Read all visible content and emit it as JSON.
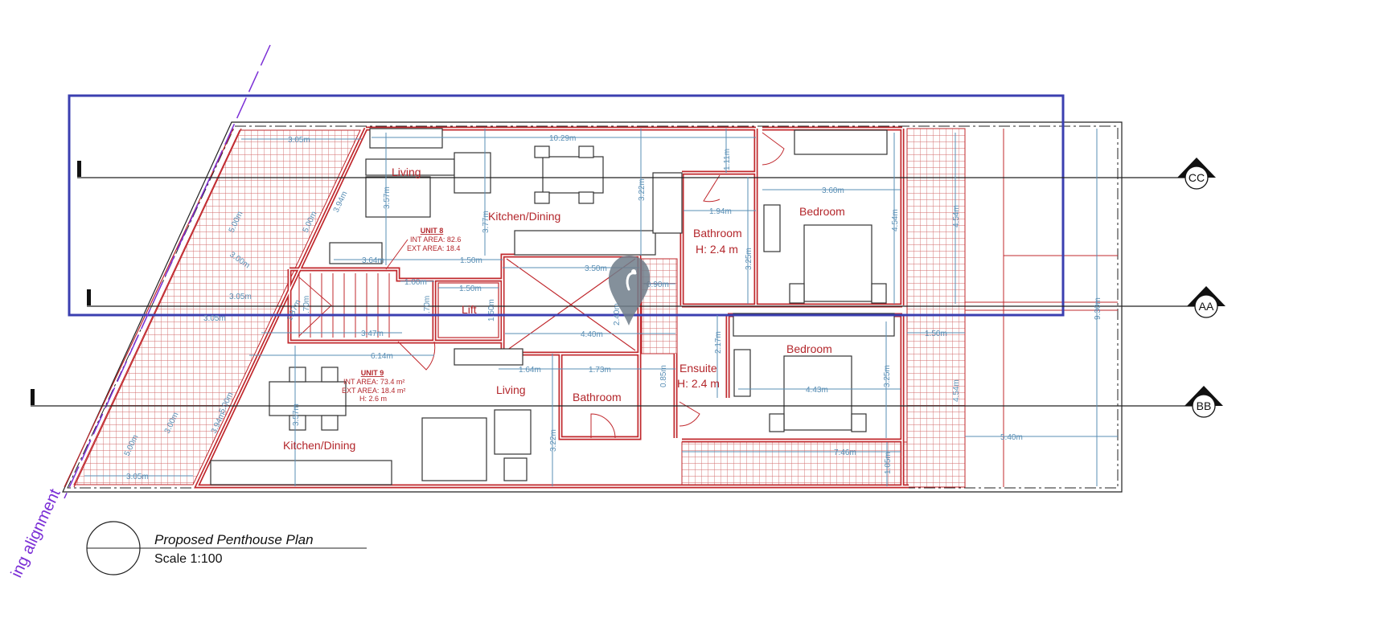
{
  "drawing": {
    "title": "Proposed Penthouse Plan",
    "scale": "Scale 1:100",
    "alignment_label": "ing alignment"
  },
  "colors": {
    "walls": "#c0282d",
    "dimensions": "#5a8fb5",
    "selection_box": "#3b3fb0",
    "alignment_line": "#7b2fd6",
    "hatch": "#d06a6a",
    "pin": "#7d8a96"
  },
  "sections": [
    {
      "label": "CC"
    },
    {
      "label": "AA"
    },
    {
      "label": "BB"
    }
  ],
  "rooms": {
    "living_8": "Living",
    "kitchen_8": "Kitchen/Dining",
    "lift": "Lift",
    "bathroom_8": "Bathroom",
    "bathroom_8_h": "H: 2.4 m",
    "bedroom_8": "Bedroom",
    "bedroom_9": "Bedroom",
    "ensuite": "Ensuite",
    "ensuite_h": "H: 2.4 m",
    "bathroom_9": "Bathroom",
    "living_9": "Living",
    "kitchen_9": "Kitchen/Dining"
  },
  "units": [
    {
      "name": "UNIT 8",
      "int_area": "INT AREA: 82.6",
      "ext_area": "EXT AREA: 18.4"
    },
    {
      "name": "UNIT 9",
      "int_area": "INT AREA: 73.4 m²",
      "ext_area": "EXT AREA: 18.4 m²",
      "height": "H: 2.6 m"
    }
  ],
  "dimensions": [
    "3.05m",
    "10.29m",
    "3.94m",
    "5.00m",
    "5.00m",
    "3.00m",
    "3.57m",
    "3.77m",
    "3.22m",
    "1.11m",
    "1.94m",
    "3.60m",
    "3.25m",
    "4.54m",
    "4.54m",
    "3.64m",
    "1.50m",
    "3.50m",
    "1.00m",
    "1.50m",
    "0.90m",
    "3.05m",
    "3.05m",
    "1.87m",
    ".70m",
    ".70m",
    "1.50m",
    "2.40m",
    "3.47m",
    "4.40m",
    "6.14m",
    "1.50m",
    "2.17m",
    "1.64m",
    "1.73m",
    "0.85m",
    "4.43m",
    "3.25m",
    "4.54m",
    "5.00m",
    "5.00m",
    "3.00m",
    "3.94m",
    "3.57m",
    "3.22m",
    "5.40m",
    "7.46m",
    "1.05m",
    "9.30m",
    "3.05m"
  ],
  "icons": {
    "location_pin": "map-pin-icon",
    "section_marker": "section-marker-icon"
  }
}
